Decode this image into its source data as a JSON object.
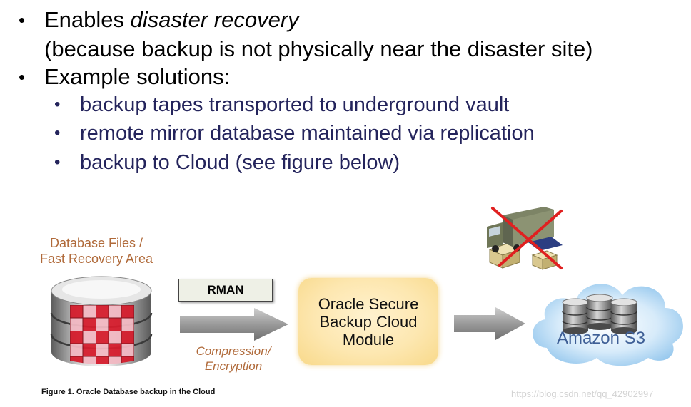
{
  "bullets": [
    {
      "prefix": "Enables ",
      "emph": "disaster recovery",
      "line2": "(because backup is not physically near the disaster site)"
    },
    {
      "text": "Example solutions:"
    }
  ],
  "sub_bullets": [
    "backup tapes transported to underground vault",
    "remote mirror database maintained via replication",
    "backup to Cloud (see figure below)"
  ],
  "figure": {
    "db_label": [
      "Database Files /",
      "Fast Recovery Area"
    ],
    "rman_label": "RMAN",
    "compression_label": "Compression/\nEncryption",
    "module_label": "Oracle Secure\nBackup Cloud\nModule",
    "cloud_label": "Amazon S3",
    "caption": "Figure 1. Oracle Database backup in the Cloud",
    "icons": [
      "database-icon",
      "arrow-right-icon",
      "truck-icon",
      "boxes-icon",
      "cross-out-icon",
      "cloud-icon",
      "disk-stack-icon"
    ],
    "colors": {
      "orange_label": "#b06a3a",
      "sub_bullet_text": "#24245c",
      "module_fill": "#fde7b0",
      "grid_red": "#d41c2c",
      "cross_red": "#e02020",
      "cloud_blue": "#8fc4ec"
    }
  },
  "watermark": "https://blog.csdn.net/qq_42902997"
}
